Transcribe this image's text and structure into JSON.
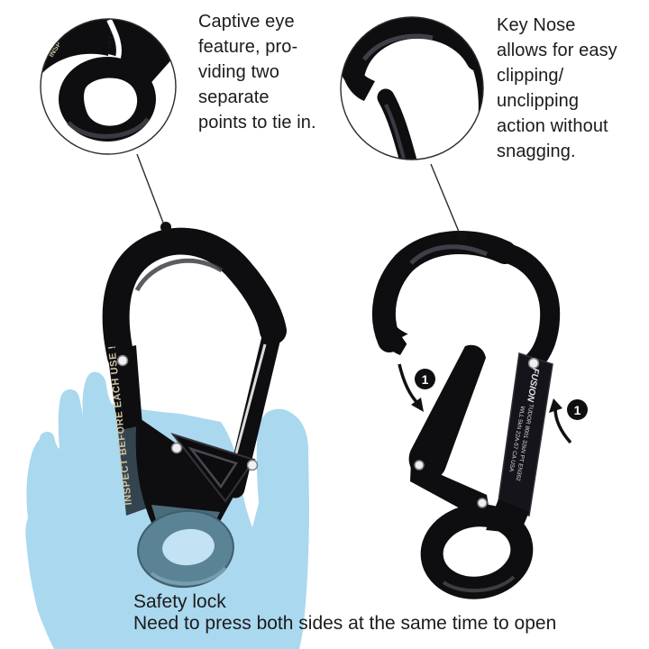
{
  "callouts": {
    "captive_eye": {
      "text": "Captive eye\nfeature, pro-\nviding two\nseparate\npoints to tie in."
    },
    "key_nose": {
      "text": "Key Nose\nallows for easy\nclipping/\nunclipping\naction without\nsnagging."
    },
    "safety_lock": {
      "title": "Safety lock",
      "text": "Need to press both sides at the same time to open"
    }
  },
  "product": {
    "left_hook": {
      "engraving": "INSPECT BEFORE EACH USE !",
      "inset_fragment": "INSP"
    },
    "right_hook": {
      "brand": "FUSION",
      "spec_line1": "TUDOR 8001 32kN PT EN362",
      "spec_line2": "WLL 5kN 22A-57 CA USA"
    },
    "step_badge": "1"
  },
  "colors": {
    "hand": "#aad8ef",
    "metal": "#0e0e11",
    "eye_teal": "#5b8396",
    "eye_opening": "#c3e2f3",
    "funnel_teal": "#4a6b7a",
    "spine_shadow": "#34444f",
    "engraving": "#cfc3a0",
    "label_text": "#e3e4ea",
    "text": "#1b1b1b"
  }
}
